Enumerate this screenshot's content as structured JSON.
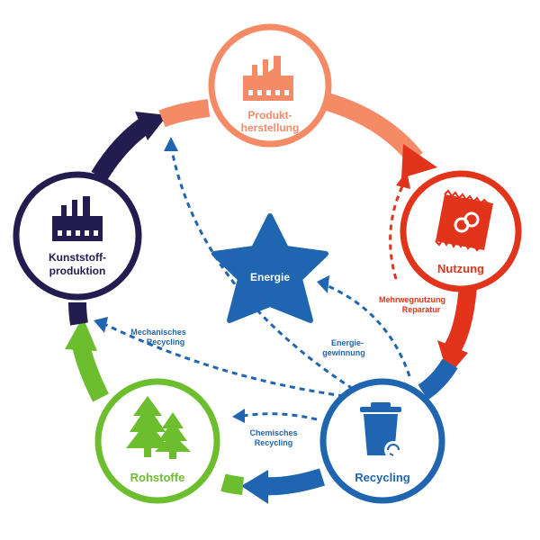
{
  "nodes": {
    "produktherstellung": {
      "line1": "Produkt-",
      "line2": "herstellung",
      "color": "#F58A66"
    },
    "nutzung": {
      "label": "Nutzung",
      "color": "#E2331B"
    },
    "recycling": {
      "label": "Recycling",
      "color": "#1F65B0"
    },
    "rohstoffe": {
      "label": "Rohstoffe",
      "color": "#6CBE2E"
    },
    "kunststoffproduktion": {
      "line1": "Kunststoff-",
      "line2": "produktion",
      "color": "#231D4F"
    }
  },
  "energie": {
    "label": "Energie",
    "color": "#1F65B0"
  },
  "flows": {
    "mehrwegnutzung": {
      "line1": "Mehrwegnutzung",
      "line2": "Reparatur",
      "color": "#E2331B"
    },
    "energiegewinnung": {
      "line1": "Energie-",
      "line2": "gewinnung",
      "color": "#1F65B0"
    },
    "mechanisches": {
      "line1": "Mechanisches",
      "line2": "Recycling",
      "color": "#1F65B0"
    },
    "chemisches": {
      "line1": "Chemisches",
      "line2": "Recycling",
      "color": "#1F65B0"
    }
  },
  "icons": {
    "produktherstellung": "factory-icon",
    "nutzung": "snack-bag-icon",
    "recycling": "recycling-bin-icon",
    "rohstoffe": "trees-icon",
    "kunststoffproduktion": "factory-icon"
  }
}
